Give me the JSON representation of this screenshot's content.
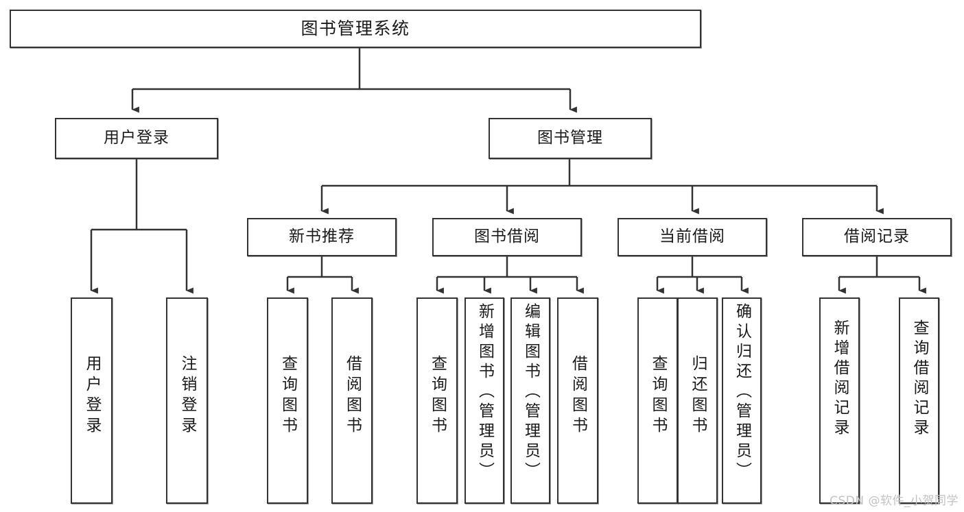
{
  "diagram": {
    "type": "tree",
    "title": "图书管理系统",
    "watermark": "CSDN @软件_小贺同学",
    "colors": {
      "stroke": "#333333",
      "fill": "#ffffff",
      "text": "#1a1a1a",
      "watermark": "#c2c2c2"
    },
    "nodes": {
      "root": {
        "label": "图书管理系统"
      },
      "level1": [
        {
          "id": "user-login",
          "label": "用户登录"
        },
        {
          "id": "book-manage",
          "label": "图书管理"
        }
      ],
      "level2": [
        {
          "id": "new-book-rec",
          "label": "新书推荐"
        },
        {
          "id": "book-borrow",
          "label": "图书借阅"
        },
        {
          "id": "current-borrow",
          "label": "当前借阅"
        },
        {
          "id": "borrow-record",
          "label": "借阅记录"
        }
      ],
      "leaves": {
        "user_login": [
          {
            "id": "leaf-user-login",
            "label": "用户登录"
          },
          {
            "id": "leaf-logout",
            "label": "注销登录"
          }
        ],
        "new_book_rec": [
          {
            "id": "leaf-query-book-1",
            "label": "查询图书"
          },
          {
            "id": "leaf-borrow-book-1",
            "label": "借阅图书"
          }
        ],
        "book_borrow": [
          {
            "id": "leaf-query-book-2",
            "label": "查询图书"
          },
          {
            "id": "leaf-add-book",
            "label": "新增图书（管理员）"
          },
          {
            "id": "leaf-edit-book",
            "label": "编辑图书（管理员）"
          },
          {
            "id": "leaf-borrow-book-2",
            "label": "借阅图书"
          }
        ],
        "current_borrow": [
          {
            "id": "leaf-query-book-3",
            "label": "查询图书"
          },
          {
            "id": "leaf-return-book",
            "label": "归还图书"
          },
          {
            "id": "leaf-confirm-return",
            "label": "确认归还（管理员）"
          }
        ],
        "borrow_record": [
          {
            "id": "leaf-add-record",
            "label": "新增借阅记录"
          },
          {
            "id": "leaf-query-record",
            "label": "查询借阅记录"
          }
        ]
      }
    }
  }
}
